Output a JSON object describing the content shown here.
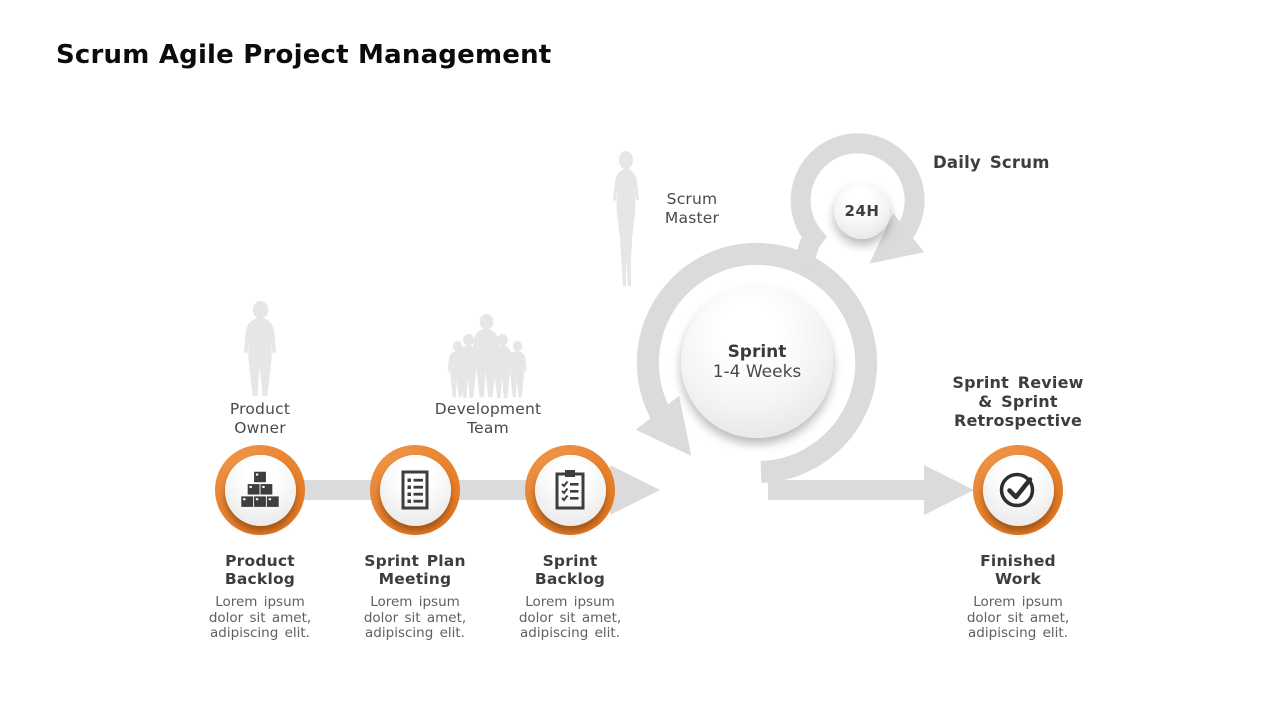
{
  "slide": {
    "title": "Scrum Agile Project Management"
  },
  "roles": {
    "product_owner": {
      "lines": [
        "Product",
        "Owner"
      ]
    },
    "development_team": {
      "lines": [
        "Development",
        "Team"
      ]
    },
    "scrum_master": {
      "lines": [
        "Scrum",
        "Master"
      ]
    }
  },
  "cycle": {
    "sprint_circle": {
      "lines": [
        "Sprint",
        "1-4 Weeks"
      ]
    },
    "daily_badge": "24H",
    "daily_scrum_label": "Daily Scrum",
    "review_label": {
      "lines": [
        "Sprint Review",
        "& Sprint",
        "Retrospective"
      ]
    }
  },
  "steps": [
    {
      "id": "product-backlog",
      "icon": "stacked-boxes-icon",
      "title": [
        "Product",
        "Backlog"
      ],
      "desc": [
        "Lorem ipsum",
        "dolor sit amet,",
        "adipiscing elit."
      ]
    },
    {
      "id": "sprint-plan-meeting",
      "icon": "checklist-doc-icon",
      "title": [
        "Sprint Plan",
        "Meeting"
      ],
      "desc": [
        "Lorem ipsum",
        "dolor sit amet,",
        "adipiscing elit."
      ]
    },
    {
      "id": "sprint-backlog",
      "icon": "clipboard-icon",
      "title": [
        "Sprint",
        "Backlog"
      ],
      "desc": [
        "Lorem ipsum",
        "dolor sit amet,",
        "adipiscing elit."
      ]
    },
    {
      "id": "finished-work",
      "icon": "check-circle-icon",
      "title": [
        "Finished",
        "Work"
      ],
      "desc": [
        "Lorem ipsum",
        "dolor sit amet,",
        "adipiscing elit."
      ]
    }
  ],
  "colors": {
    "accent_orange": "#E8822F",
    "arrow_gray": "#DBDBDB",
    "silhouette_gray": "#E6E6E6",
    "heading_text": "#3D3D3D",
    "body_text": "#606060"
  }
}
